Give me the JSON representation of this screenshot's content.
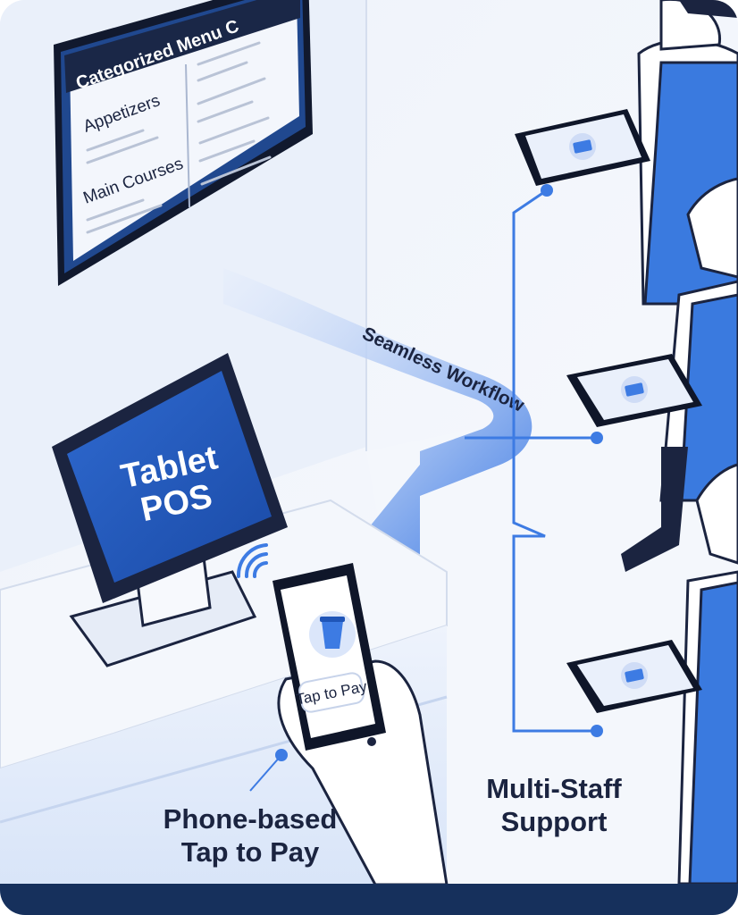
{
  "menu_board": {
    "title": "Categorized Menu C",
    "sections": [
      "Appetizers",
      "Main Courses"
    ]
  },
  "workflow": {
    "label": "Seamless Workflow"
  },
  "tablet_pos": {
    "line1": "Tablet",
    "line2": "POS"
  },
  "phone": {
    "button_label": "Tap to Pay"
  },
  "captions": {
    "phone_line1": "Phone-based",
    "phone_line2": "Tap to Pay",
    "staff_line1": "Multi-Staff",
    "staff_line2": "Support"
  },
  "icons": [
    "cup-icon",
    "nfc-waves-icon",
    "tablet-screen-icon"
  ],
  "colors": {
    "accent": "#3d7be3",
    "dark_navy": "#16305c",
    "screen_blue": "#1f55b8",
    "apron_blue": "#3a7adf",
    "text": "#1b2440"
  }
}
